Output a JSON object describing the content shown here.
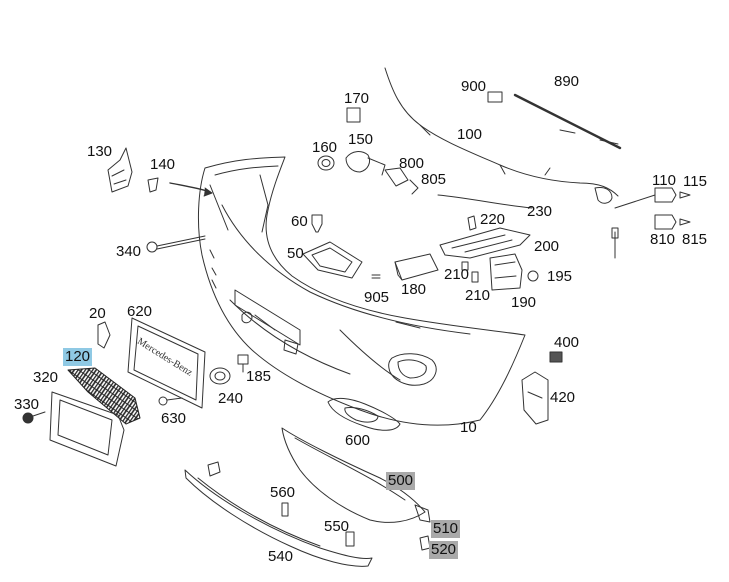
{
  "diagram": {
    "plate_lettering": "Mercedes-Benz",
    "highlight_colors": {
      "selected": "#8fc9e4",
      "grey": "#a9a9a9"
    },
    "callouts": [
      {
        "id": "c890",
        "text": "890",
        "hl": ""
      },
      {
        "id": "c900",
        "text": "900",
        "hl": ""
      },
      {
        "id": "c170",
        "text": "170",
        "hl": ""
      },
      {
        "id": "c100",
        "text": "100",
        "hl": ""
      },
      {
        "id": "c150",
        "text": "150",
        "hl": ""
      },
      {
        "id": "c160",
        "text": "160",
        "hl": ""
      },
      {
        "id": "c130",
        "text": "130",
        "hl": ""
      },
      {
        "id": "c140",
        "text": "140",
        "hl": ""
      },
      {
        "id": "c800",
        "text": "800",
        "hl": ""
      },
      {
        "id": "c805",
        "text": "805",
        "hl": ""
      },
      {
        "id": "c110",
        "text": "110",
        "hl": ""
      },
      {
        "id": "c115",
        "text": "115",
        "hl": ""
      },
      {
        "id": "c230",
        "text": "230",
        "hl": ""
      },
      {
        "id": "c60",
        "text": "60",
        "hl": ""
      },
      {
        "id": "c220",
        "text": "220",
        "hl": ""
      },
      {
        "id": "c810",
        "text": "810",
        "hl": ""
      },
      {
        "id": "c815",
        "text": "815",
        "hl": ""
      },
      {
        "id": "c340",
        "text": "340",
        "hl": ""
      },
      {
        "id": "c200",
        "text": "200",
        "hl": ""
      },
      {
        "id": "c50",
        "text": "50",
        "hl": ""
      },
      {
        "id": "c210a",
        "text": "210",
        "hl": ""
      },
      {
        "id": "c195",
        "text": "195",
        "hl": ""
      },
      {
        "id": "c905",
        "text": "905",
        "hl": ""
      },
      {
        "id": "c180",
        "text": "180",
        "hl": ""
      },
      {
        "id": "c210b",
        "text": "210",
        "hl": ""
      },
      {
        "id": "c190",
        "text": "190",
        "hl": ""
      },
      {
        "id": "c20",
        "text": "20",
        "hl": ""
      },
      {
        "id": "c620",
        "text": "620",
        "hl": ""
      },
      {
        "id": "c400",
        "text": "400",
        "hl": ""
      },
      {
        "id": "c120",
        "text": "120",
        "hl": "blue"
      },
      {
        "id": "c185",
        "text": "185",
        "hl": ""
      },
      {
        "id": "c320",
        "text": "320",
        "hl": ""
      },
      {
        "id": "c240",
        "text": "240",
        "hl": ""
      },
      {
        "id": "c420",
        "text": "420",
        "hl": ""
      },
      {
        "id": "c330",
        "text": "330",
        "hl": ""
      },
      {
        "id": "c630",
        "text": "630",
        "hl": ""
      },
      {
        "id": "c10",
        "text": "10",
        "hl": ""
      },
      {
        "id": "c600",
        "text": "600",
        "hl": ""
      },
      {
        "id": "c500",
        "text": "500",
        "hl": "grey"
      },
      {
        "id": "c560",
        "text": "560",
        "hl": ""
      },
      {
        "id": "c550",
        "text": "550",
        "hl": ""
      },
      {
        "id": "c510",
        "text": "510",
        "hl": "grey"
      },
      {
        "id": "c520",
        "text": "520",
        "hl": "grey"
      },
      {
        "id": "c540",
        "text": "540",
        "hl": ""
      }
    ]
  }
}
